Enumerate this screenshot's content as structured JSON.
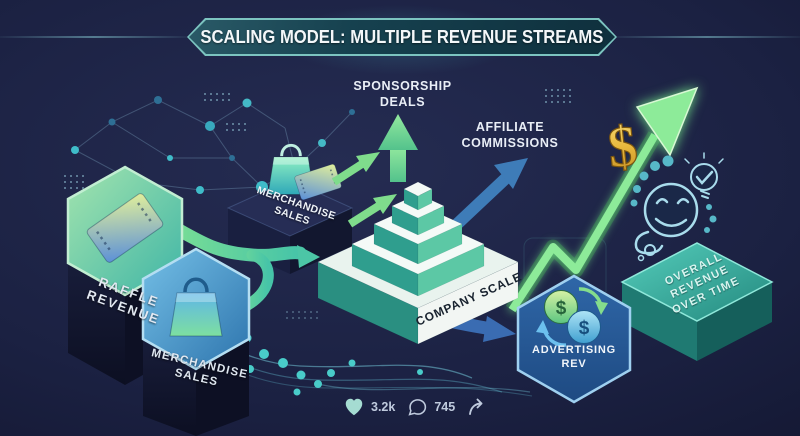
{
  "title_banner": {
    "title": "SCALING MODEL: MULTIPLE REVENUE STREAMS"
  },
  "streams": {
    "sponsorship": {
      "line1": "SPONSORSHIP",
      "line2": "DEALS"
    },
    "affiliate": {
      "line1": "AFFILIATE",
      "line2": "COMMISSIONS"
    },
    "raffle": {
      "line1": "RAFFLE",
      "line2": "REVENUE"
    },
    "merchandise_hex": {
      "line1": "MERCHANDISE",
      "line2": "SALES"
    },
    "merchandise_platform": {
      "line1": "MERCHANDISE",
      "line2": "SALES"
    },
    "advertising": {
      "line1": "ADVERTISING",
      "line2": "REV"
    }
  },
  "center": {
    "company_scale": "COMPANY SCALE"
  },
  "outcome": {
    "overall": {
      "line1": "OVERALL",
      "line2": "REVENUE",
      "line3": "OVER TIME"
    }
  },
  "icons": {
    "gold_dollar": "$",
    "coin_green_dollar": "$",
    "coin_blue_dollar": "$",
    "heart": "heart-icon",
    "comment": "comment-bubble-icon",
    "share": "share-arrow-icon",
    "lightbulb": "lightbulb-check-icon",
    "thinking_face": "thinking-face-icon"
  },
  "engagement": {
    "likes": "3.2k",
    "comments": "745"
  },
  "colors": {
    "background": "#1b2142",
    "green_arrow": "#8deb99",
    "teal": "#3fbfae",
    "blue_arrow": "#3a6cb2",
    "gold": "#e9b93d",
    "banner_border": "#7cc4c0",
    "hex_green": "#82d9a8",
    "hex_blue": "#4a9ad0"
  }
}
